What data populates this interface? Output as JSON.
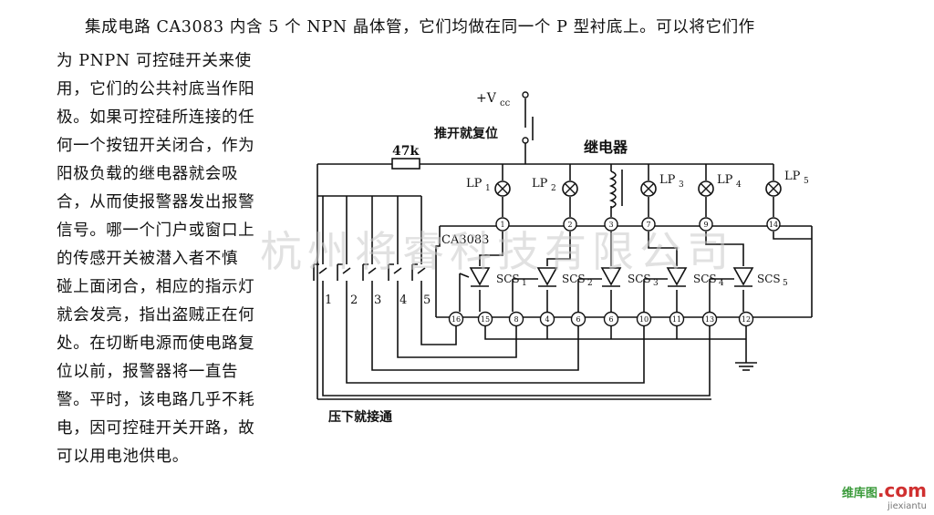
{
  "text_lines": [
    "集成电路 CA3083 内含 5 个 NPN 晶体管，它们均做在同一个 P 型衬底上。可以将它们作",
    "为 PNPN 可控硅开关来使",
    "用，它们的公共衬底当作阳",
    "极。如果可控硅所连接的任",
    "何一个按钮开关闭合，作为",
    "阳极负载的继电器就会吸",
    "合，从而使报警器发出报警",
    "信号。哪一个门户或窗口上",
    "的传感开关被潜入者不慎",
    "碰上面闭合，相应的指示灯",
    "就会发亮，指出盗贼正在何",
    "处。在切断电源而使电路复",
    "位以前，报警器将一直告",
    "警。平时，该电路几乎不耗",
    "电，因可控硅开关开路，故",
    "可以用电池供电。"
  ],
  "circuit": {
    "vcc": "+V",
    "vcc_sub": "cc",
    "reset_switch": "推开就复位",
    "relay": "继电器",
    "resistor": "47k",
    "ic": "CA3083",
    "lamps": [
      "LP",
      "LP",
      "LP",
      "LP",
      "LP"
    ],
    "lamp_subs": [
      "1",
      "2",
      "3",
      "4",
      "5"
    ],
    "scs": [
      "SCS",
      "SCS",
      "SCS",
      "SCS",
      "SCS"
    ],
    "scs_subs": [
      "1",
      "2",
      "3",
      "4",
      "5"
    ],
    "top_pins": [
      "1",
      "2",
      "3",
      "7",
      "9",
      "14"
    ],
    "bottom_pins": [
      "16",
      "15",
      "8",
      "4",
      "6",
      "6",
      "10",
      "11",
      "13",
      "12"
    ],
    "switch_numbers": [
      "1",
      "2",
      "3",
      "4",
      "5"
    ],
    "push_label": "压下就接通"
  },
  "watermark": "杭州将睿科技有限公司",
  "logo": {
    "cn": "维库图",
    "com": ".com",
    "url": "jiexiantu"
  }
}
